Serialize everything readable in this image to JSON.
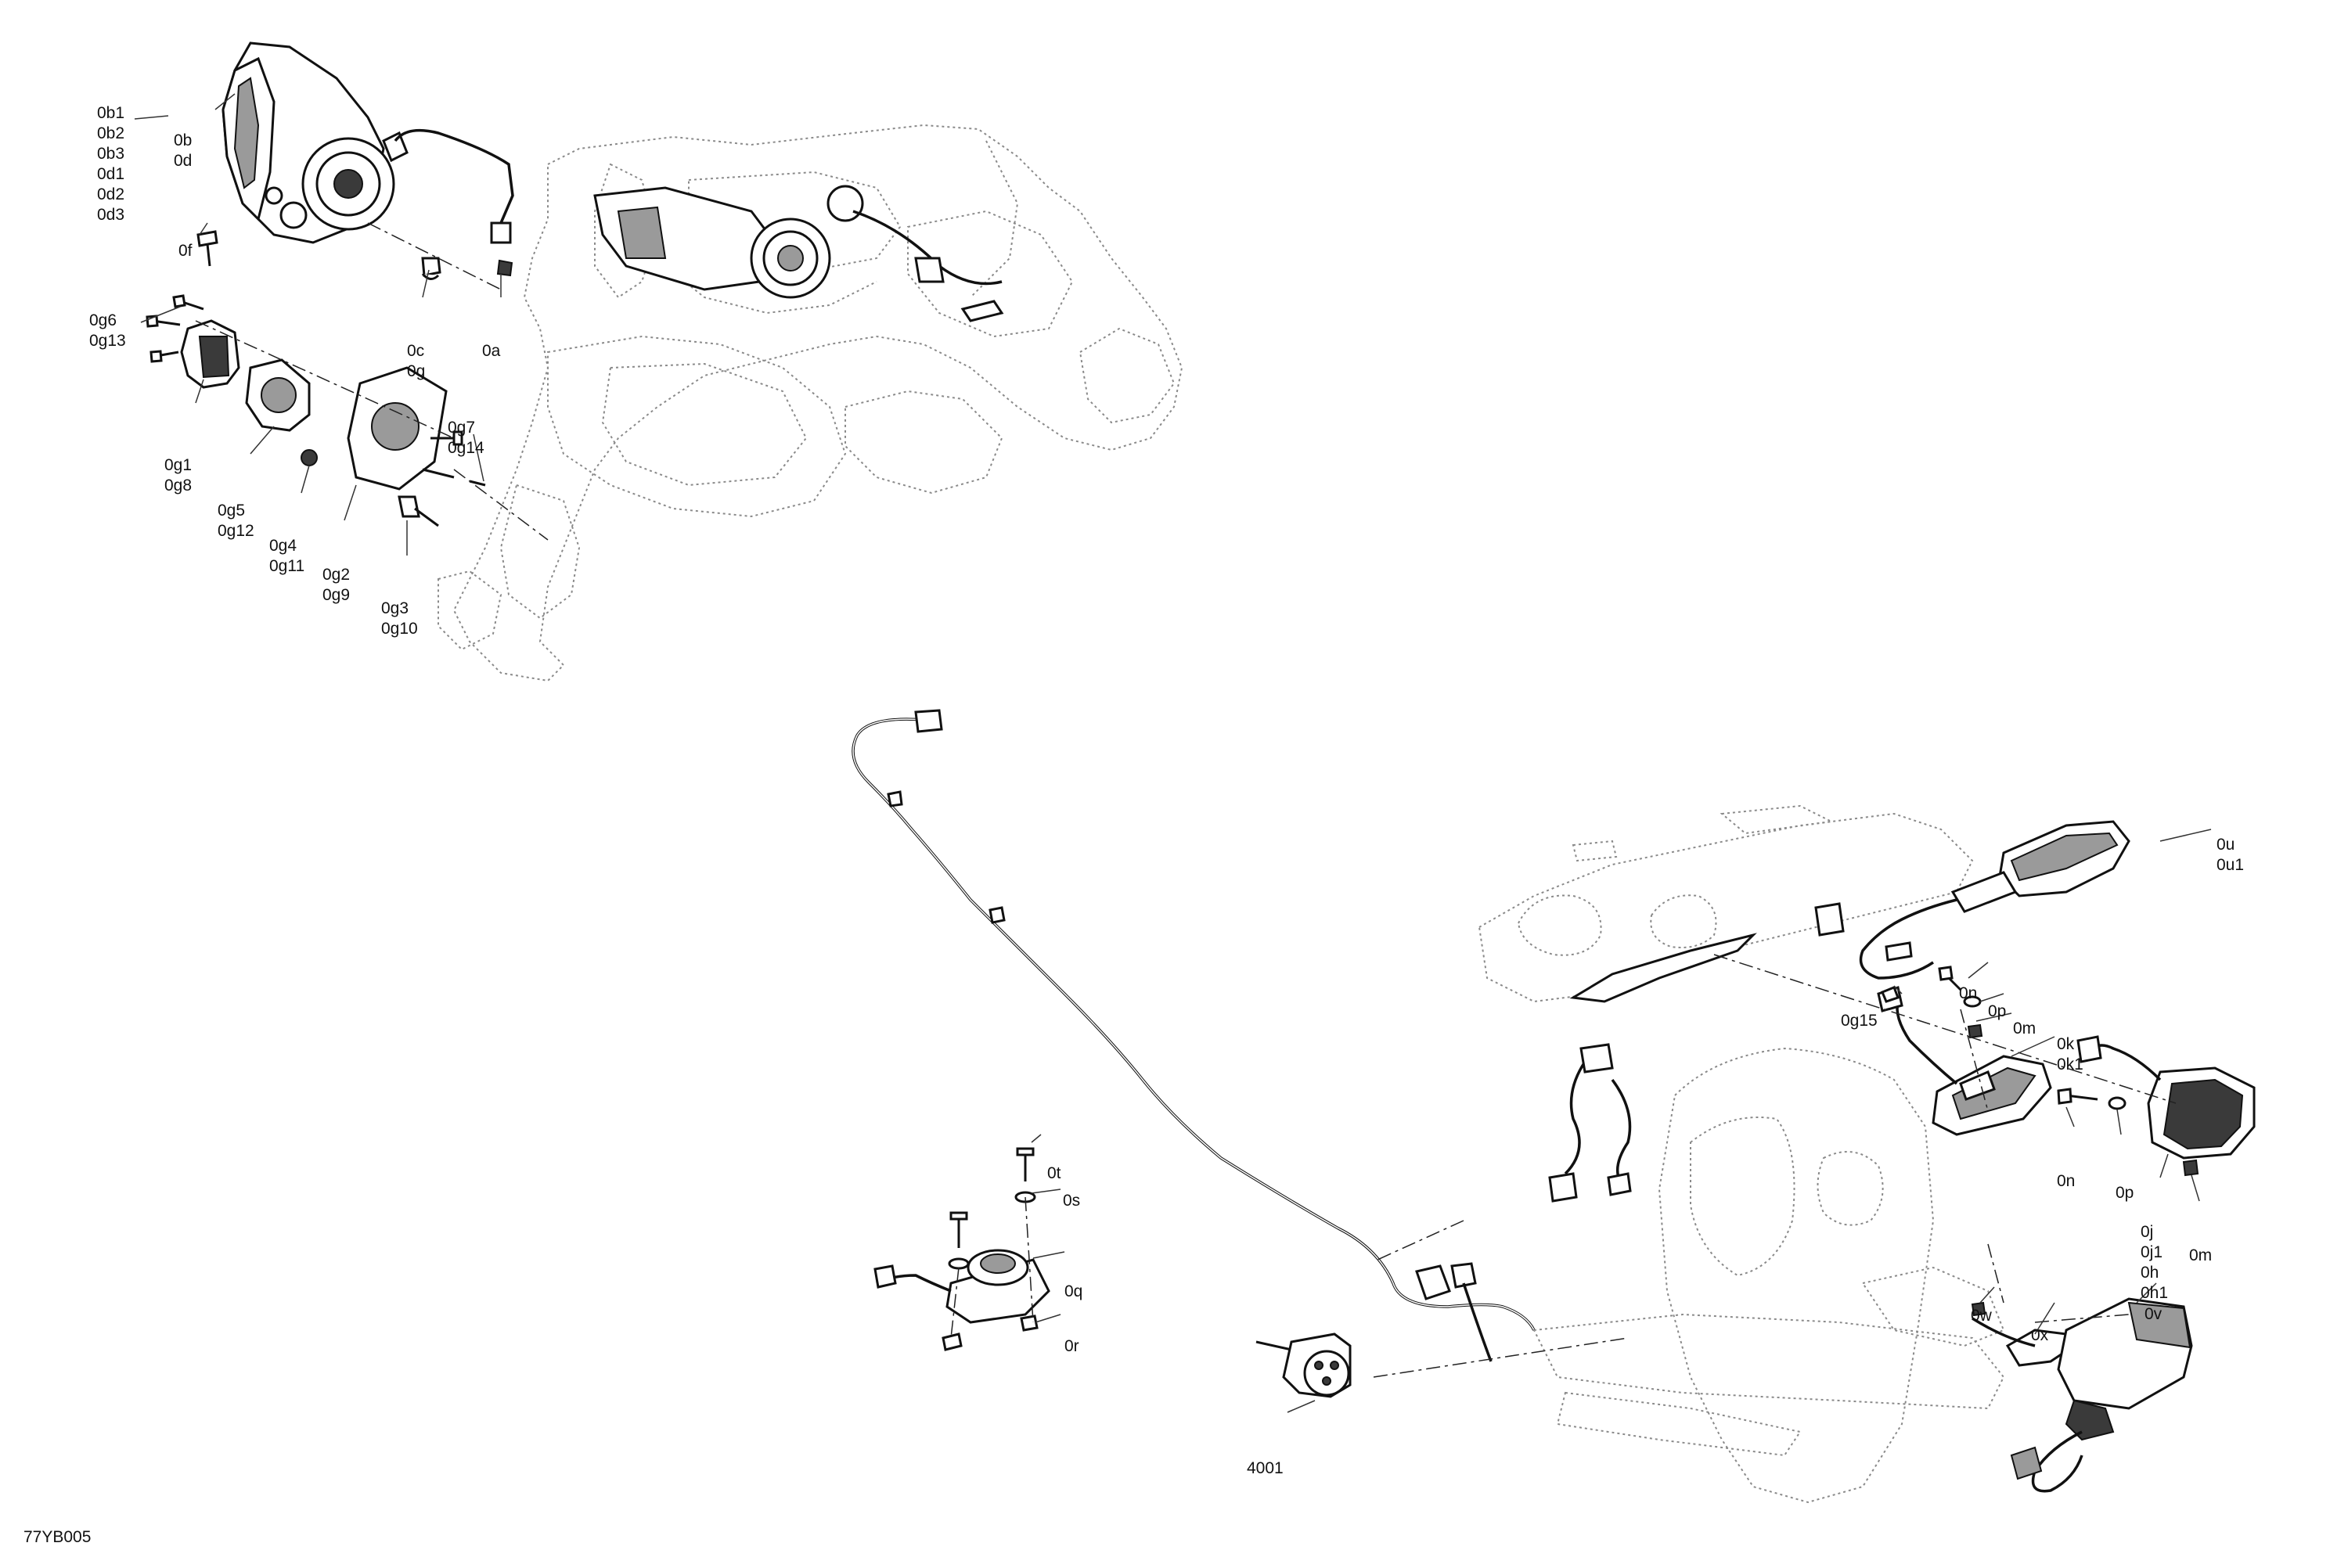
{
  "diagram_code": "77YB005",
  "callouts": {
    "headlamp_variants": [
      "0b1",
      "0b2",
      "0b3",
      "0d1",
      "0d2",
      "0d3"
    ],
    "headlamp": [
      "0b",
      "0d"
    ],
    "screw_f": [
      "0f"
    ],
    "clip_c": [
      "0c",
      "0g"
    ],
    "nut_a": [
      "0a"
    ],
    "screws_g6": [
      "0g6",
      "0g13"
    ],
    "bulb_g1": [
      "0g1",
      "0g8"
    ],
    "cover_g5": [
      "0g5",
      "0g12"
    ],
    "gasket_g4": [
      "0g4",
      "0g11"
    ],
    "plate_g2": [
      "0g2",
      "0g9"
    ],
    "screw_g7": [
      "0g7",
      "0g14"
    ],
    "adjuster_g3": [
      "0g3",
      "0g10"
    ],
    "mirror_u": [
      "0u",
      "0u1"
    ],
    "screw_n_top": [
      "0n"
    ],
    "washer_p_top": [
      "0p"
    ],
    "nut_m_top": [
      "0m"
    ],
    "bulb_g15": [
      "0g15"
    ],
    "signal_k": [
      "0k",
      "0k1"
    ],
    "screw_n_bottom": [
      "0n"
    ],
    "washer_p_bottom": [
      "0p"
    ],
    "nut_m_bottom": [
      "0m"
    ],
    "tail_j": [
      "0j",
      "0j1",
      "0h",
      "0h1"
    ],
    "screw_t": [
      "0t"
    ],
    "washer_s": [
      "0s"
    ],
    "horn_q": [
      "0q"
    ],
    "clip_r": [
      "0r"
    ],
    "nut_w": [
      "0w"
    ],
    "bracket_x": [
      "0x"
    ],
    "relay_v": [
      "0v"
    ],
    "socket_4001": [
      "4001"
    ]
  }
}
